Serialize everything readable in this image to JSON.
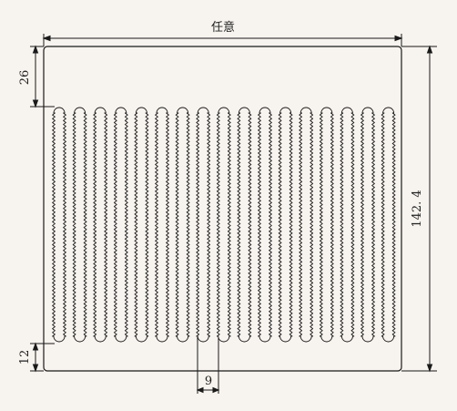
{
  "dimensions": {
    "width_label": "任意",
    "height_label": "142. 4",
    "top_margin_label": "26",
    "bottom_margin_label": "12",
    "fin_pitch_label": "9"
  },
  "drawing": {
    "fin_count": 17,
    "line_color": "#1a1a1a",
    "background_color": "#f7f3ee"
  }
}
